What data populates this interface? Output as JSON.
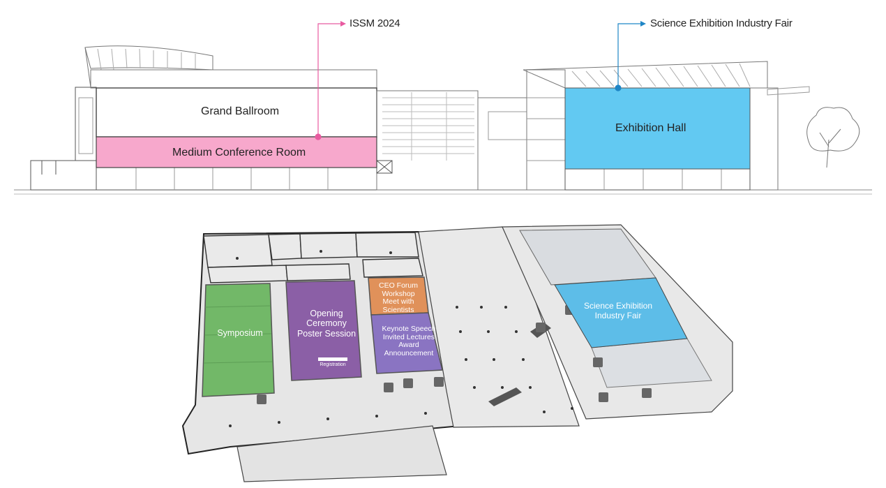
{
  "section_view": {
    "callouts": {
      "issm": "ISSM 2024",
      "science_fair": "Science Exhibition Industry Fair"
    },
    "rooms": {
      "grand_ballroom": "Grand Ballroom",
      "medium_conference_room": "Medium Conference Room",
      "exhibition_hall": "Exhibition Hall"
    }
  },
  "floor_plan": {
    "symposium": "Symposium",
    "opening": [
      "Opening",
      "Ceremony",
      "Poster Session"
    ],
    "registration": "Registration",
    "ceo_forum": [
      "CEO Forum",
      "Workshop",
      "Meet with",
      "Scientists"
    ],
    "keynote": [
      "Keynote Speech",
      "Invited Lectures",
      "Award",
      "Announcement"
    ],
    "science_fair": [
      "Science Exhibition",
      "Industry Fair"
    ]
  },
  "colors": {
    "pink": "#f7a8cc",
    "pink_line": "#e85aa0",
    "blue": "#62c9f2",
    "blue_line": "#1f86c6",
    "green": "#72b868",
    "purple": "#8b5fa6",
    "orange": "#e0915a",
    "lavender": "#8a74c2",
    "sky": "#5dbde8"
  }
}
